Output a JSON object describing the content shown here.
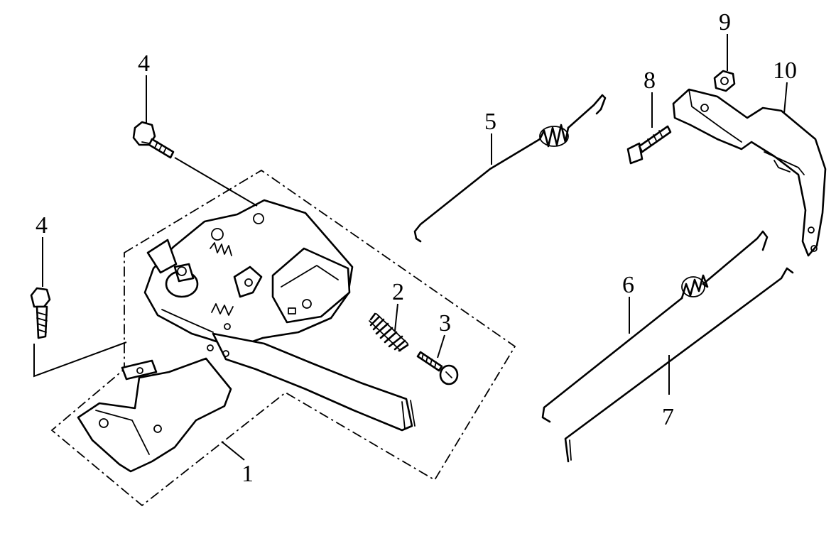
{
  "callouts": [
    {
      "id": "1",
      "text": "1"
    },
    {
      "id": "2",
      "text": "2"
    },
    {
      "id": "3",
      "text": "3"
    },
    {
      "id": "4a",
      "text": "4"
    },
    {
      "id": "4b",
      "text": "4"
    },
    {
      "id": "5",
      "text": "5"
    },
    {
      "id": "6",
      "text": "6"
    },
    {
      "id": "7",
      "text": "7"
    },
    {
      "id": "8",
      "text": "8"
    },
    {
      "id": "9",
      "text": "9"
    },
    {
      "id": "10",
      "text": "10"
    }
  ],
  "colors": {
    "line": "#000000",
    "background": "#ffffff"
  }
}
